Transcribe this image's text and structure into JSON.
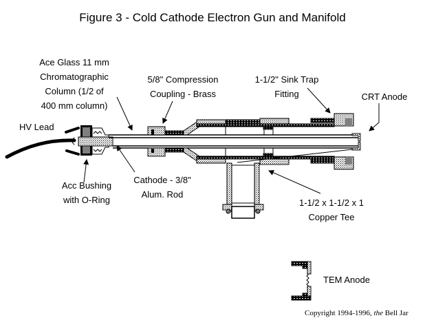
{
  "figure": {
    "title": "Figure 3 - Cold Cathode Electron Gun and Manifold",
    "copyright_prefix": "Copyright 1994-1996, ",
    "copyright_italic": "the",
    "copyright_suffix": " Bell Jar"
  },
  "labels": {
    "ace_glass": [
      "Ace Glass 11 mm",
      "Chromatographic",
      "Column (1/2 of",
      "400 mm column)"
    ],
    "compression": [
      "5/8\" Compression",
      "Coupling - Brass"
    ],
    "sink_trap": [
      "1-1/2\" Sink Trap",
      "Fitting"
    ],
    "crt_anode": "CRT Anode",
    "hv_lead": "HV Lead",
    "bushing": [
      "Acc Bushing",
      "with  O-Ring"
    ],
    "cathode": [
      "Cathode - 3/8\"",
      "Alum. Rod"
    ],
    "copper_tee": [
      "1-1/2 x 1-1/2 x 1",
      "Copper Tee"
    ],
    "tem_anode": "TEM Anode"
  },
  "colors": {
    "ink": "#000000",
    "paper": "#ffffff"
  }
}
